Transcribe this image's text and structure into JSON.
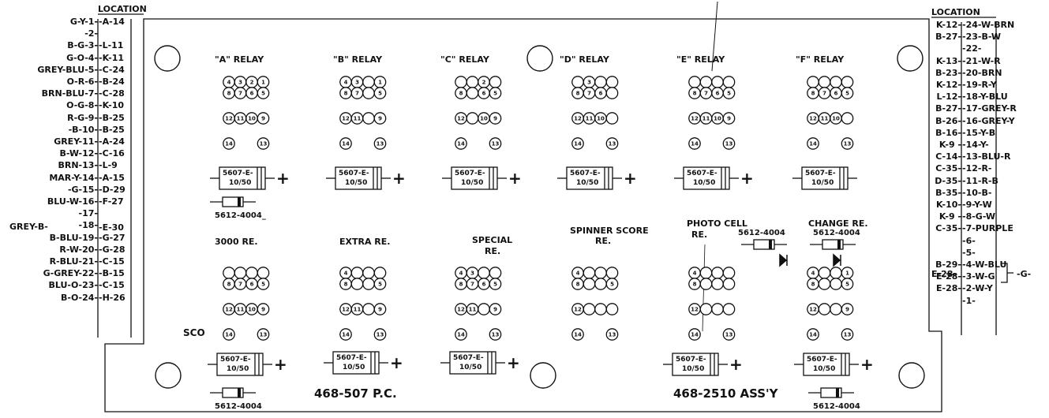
{
  "headers": {
    "location_left": "LOCATION",
    "location_right": "LOCATION"
  },
  "left_wires": [
    {
      "wire": "G-Y-1-",
      "loc": "-A-14"
    },
    {
      "wire": "-2-",
      "loc": ""
    },
    {
      "wire": "B-G-3-",
      "loc": "-L-11"
    },
    {
      "wire": "G-O-4-",
      "loc": "-K-11"
    },
    {
      "wire": "GREY-BLU-5-",
      "loc": "-C-24"
    },
    {
      "wire": "O-R-6-",
      "loc": "-B-24"
    },
    {
      "wire": "BRN-BLU-7-",
      "loc": "-C-28"
    },
    {
      "wire": "O-G-8-",
      "loc": "-K-10"
    },
    {
      "wire": "R-G-9-",
      "loc": "-B-25"
    },
    {
      "wire": "-B-10-",
      "loc": "-B-25"
    },
    {
      "wire": "GREY-11-",
      "loc": "-A-24"
    },
    {
      "wire": "B-W-12-",
      "loc": "-C-16"
    },
    {
      "wire": "BRN-13-",
      "loc": "-L-9"
    },
    {
      "wire": "MAR-Y-14-",
      "loc": "-A-15"
    },
    {
      "wire": "-G-15-",
      "loc": "-D-29"
    },
    {
      "wire": "BLU-W-16-",
      "loc": "-F-27"
    },
    {
      "wire": "-17-",
      "loc": ""
    },
    {
      "wire": "-18-",
      "loc": ""
    },
    {
      "wire": "B-BLU-19-",
      "loc": "-G-27"
    },
    {
      "wire": "R-W-20-",
      "loc": "-G-28"
    },
    {
      "wire": "R-BLU-21-",
      "loc": "-C-15"
    },
    {
      "wire": "G-GREY-22-",
      "loc": "-B-15"
    },
    {
      "wire": "BLU-O-23-",
      "loc": "-C-15"
    },
    {
      "wire": "B-O-24-",
      "loc": "-H-26"
    }
  ],
  "left_special": {
    "grey_b": "GREY-B-",
    "e30": "-E-30"
  },
  "right_wires": [
    {
      "loc": "K-12-",
      "wire": "-24-W-BRN"
    },
    {
      "loc": "B-27-",
      "wire": "-23-B-W"
    },
    {
      "loc": "",
      "wire": "-22-"
    },
    {
      "loc": "K-13-",
      "wire": "-21-W-R"
    },
    {
      "loc": "B-23-",
      "wire": "-20-BRN"
    },
    {
      "loc": "K-12-",
      "wire": "-19-R-Y"
    },
    {
      "loc": "L-12-",
      "wire": "-18-Y-BLU"
    },
    {
      "loc": "B-27-",
      "wire": "-17-GREY-R"
    },
    {
      "loc": "B-26-",
      "wire": "-16-GREY-Y"
    },
    {
      "loc": "B-16-",
      "wire": "-15-Y-B"
    },
    {
      "loc": "K-9 -",
      "wire": "-14-Y-"
    },
    {
      "loc": "C-14-",
      "wire": "-13-BLU-R"
    },
    {
      "loc": "C-35-",
      "wire": "-12-R-"
    },
    {
      "loc": "D-35-",
      "wire": "-11-R-B"
    },
    {
      "loc": "B-35-",
      "wire": "-10-B-"
    },
    {
      "loc": "K-10-",
      "wire": "-9-Y-W"
    },
    {
      "loc": "K-9 -",
      "wire": "-8-G-W"
    },
    {
      "loc": "C-35-",
      "wire": "-7-PURPLE"
    },
    {
      "loc": "",
      "wire": "-6-"
    },
    {
      "loc": "",
      "wire": "-5-"
    },
    {
      "loc": "B-29-",
      "wire": "-4-W-BLU"
    },
    {
      "loc": "E-28-",
      "wire": "-3-W-G"
    },
    {
      "loc": "E-28-",
      "wire": "-2-W-Y"
    },
    {
      "loc": "",
      "wire": "-1-"
    }
  ],
  "right_special": {
    "e28": "E-28-",
    "g": "-G-"
  },
  "relays_top": [
    {
      "title": "\"A\" RELAY",
      "pins": [
        "4",
        "3",
        "2",
        "1",
        "8",
        "7",
        "6",
        "5",
        "12",
        "11",
        "10",
        "9",
        "14",
        "13"
      ]
    },
    {
      "title": "\"B\" RELAY",
      "pins": [
        "4",
        "3",
        "",
        "1",
        "8",
        "7",
        "",
        "5",
        "12",
        "11",
        "",
        "9",
        "14",
        "13"
      ]
    },
    {
      "title": "\"C\" RELAY",
      "pins": [
        "",
        "",
        "2",
        "",
        "8",
        "",
        "6",
        "5",
        "12",
        "",
        "10",
        "9",
        "14",
        "13"
      ]
    },
    {
      "title": "\"D\" RELAY",
      "pins": [
        "",
        "3",
        "",
        "",
        "8",
        "7",
        "6",
        "",
        "12",
        "11",
        "10",
        "",
        "14",
        "13"
      ]
    },
    {
      "title": "\"E\" RELAY",
      "pins": [
        "",
        "",
        "",
        "",
        "8",
        "7",
        "6",
        "5",
        "12",
        "11",
        "10",
        "9",
        "14",
        "13"
      ]
    },
    {
      "title": "\"F\" RELAY",
      "pins": [
        "",
        "",
        "",
        "",
        "8",
        "7",
        "6",
        "5",
        "12",
        "11",
        "10",
        "",
        "14",
        "13"
      ]
    }
  ],
  "relays_bottom": [
    {
      "title": "3000 RE.",
      "pins": [
        "",
        "",
        "",
        "",
        "8",
        "7",
        "6",
        "5",
        "12",
        "11",
        "10",
        "9",
        "14",
        "13"
      ]
    },
    {
      "title": "EXTRA RE.",
      "pins": [
        "4",
        "",
        "",
        "",
        "8",
        "",
        "",
        "5",
        "12",
        "11",
        "",
        "9",
        "14",
        "13"
      ]
    },
    {
      "title": "SPECIAL",
      "title2": "RE.",
      "pins": [
        "4",
        "3",
        "",
        "",
        "8",
        "7",
        "6",
        "5",
        "12",
        "11",
        "",
        "9",
        "14",
        "13"
      ]
    },
    {
      "title": "SPINNER SCORE",
      "title2": "RE.",
      "pins": [
        "4",
        "",
        "",
        "",
        "8",
        "",
        "",
        "5",
        "12",
        "",
        "",
        "",
        "14",
        "13"
      ]
    },
    {
      "title": "PHOTO CELL",
      "title2": "RE.",
      "pins": [
        "4",
        "",
        "",
        "",
        "8",
        "",
        "",
        "",
        "12",
        "",
        "",
        "",
        "14",
        "13"
      ]
    },
    {
      "title": "CHANGE RE.",
      "pins": [
        "4",
        "",
        "",
        "1",
        "8",
        "",
        "",
        "5",
        "12",
        "",
        "",
        "9",
        "14",
        "13"
      ]
    }
  ],
  "capacitor": {
    "line1": "5607-E-",
    "line2": "10/50",
    "plus": "+"
  },
  "diode_label": "5612-4004",
  "diode_label_underscore": "5612-4004_",
  "sco": "SCO",
  "pc_number": "468-507 P.C.",
  "assy_number": "468-2510 ASS'Y"
}
